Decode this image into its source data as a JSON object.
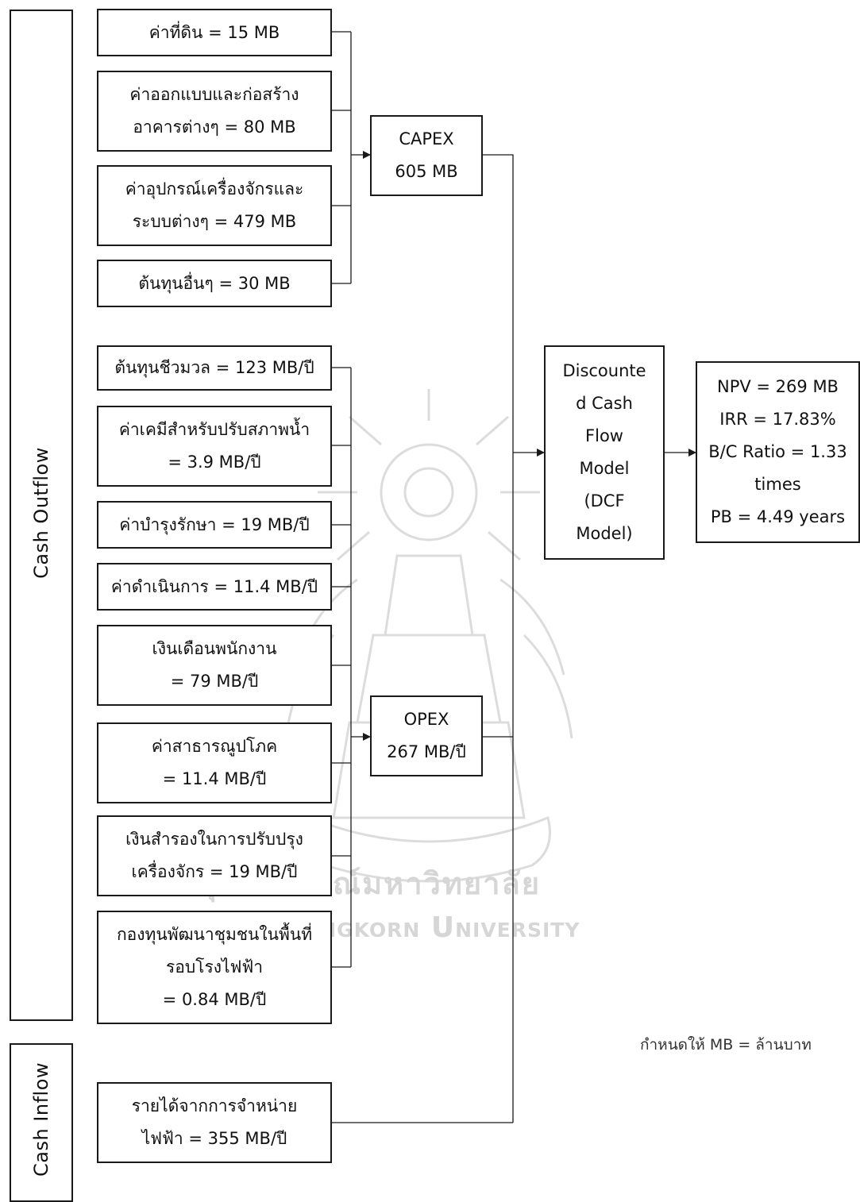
{
  "sidebar": {
    "outflow_label": "Cash Outflow",
    "inflow_label": "Cash Inflow"
  },
  "capex_items": [
    "ค่าที่ดิน = 15 MB",
    "ค่าออกแบบและก่อสร้าง\nอาคารต่างๆ = 80 MB",
    "ค่าอุปกรณ์เครื่องจักรและ\nระบบต่างๆ = 479 MB",
    "ต้นทุนอื่นๆ = 30 MB"
  ],
  "opex_items": [
    "ต้นทุนชีวมวล = 123 MB/ปี",
    "ค่าเคมีสำหรับปรับสภาพน้ำ\n= 3.9 MB/ปี",
    "ค่าบำรุงรักษา = 19 MB/ปี",
    "ค่าดำเนินการ = 11.4 MB/ปี",
    "เงินเดือนพนักงาน\n= 79 MB/ปี",
    "ค่าสาธารณูปโภค\n= 11.4 MB/ปี",
    "เงินสำรองในการปรับปรุง\nเครื่องจักร = 19 MB/ปี",
    "กองทุนพัฒนาชุมชนในพื้นที่\nรอบโรงไฟฟ้า\n= 0.84 MB/ปี"
  ],
  "inflow_item": "รายได้จากการจำหน่าย\nไฟฟ้า = 355 MB/ปี",
  "capex": "CAPEX\n605 MB",
  "opex": "OPEX\n267 MB/ปี",
  "dcf": "Discounte\nd Cash\nFlow\nModel\n(DCF\nModel)",
  "results": "NPV = 269 MB\nIRR = 17.83%\nB/C Ratio = 1.33\ntimes\nPB = 4.49 years",
  "note": "กำหนดให้ MB = ล้านบาท",
  "watermark_text": [
    "จุฬาลงกรณ์มหาวิทยาลัย",
    "Chulalongkorn University"
  ],
  "colors": {
    "line": "#1a1a1a",
    "watermark": "#d9d9d9"
  }
}
